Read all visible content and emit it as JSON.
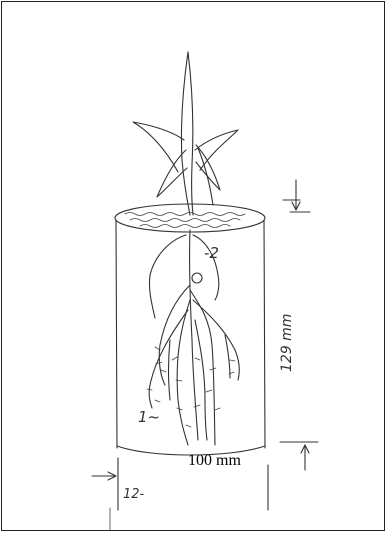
{
  "labels": {
    "label_2": "-2",
    "label_1": "1~",
    "height_dim": "129 mm",
    "width_dim": "100 mm",
    "bottom_note": "12-"
  }
}
